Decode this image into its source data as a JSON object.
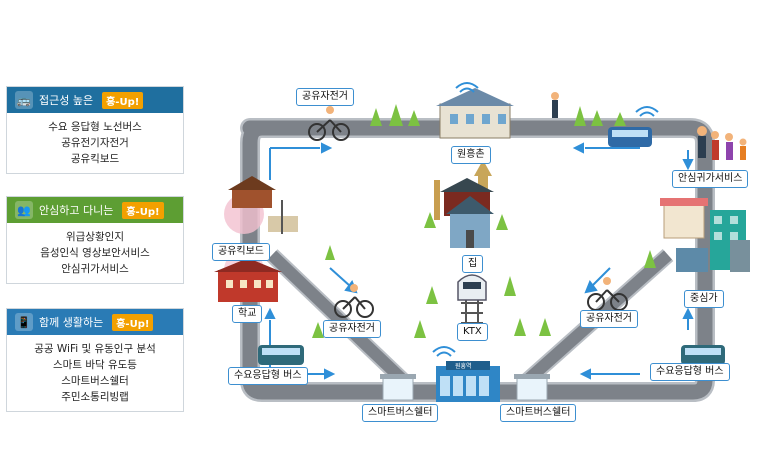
{
  "panels": [
    {
      "title": "접근성 높은",
      "badge": "홍-Up!",
      "color": "#1f6f9f",
      "items": [
        "수요 응답형 노선버스",
        "공유전기자전거",
        "공유킥보드"
      ]
    },
    {
      "title": "안심하고 다니는",
      "badge": "홍-Up!",
      "color": "#5d9e33",
      "items": [
        "위급상황인지",
        "음성인식 영상보안서비스",
        "안심귀가서비스"
      ]
    },
    {
      "title": "함께 생활하는",
      "badge": "홍-Up!",
      "color": "#2a7bb5",
      "items": [
        "공공 WiFi 및 유동인구 분석",
        "스마트 바닥 유도등",
        "스마트버스쉘터",
        "주민소통리빙랩"
      ]
    }
  ],
  "map_labels": {
    "bike_top": "공유자전거",
    "wonheungchon": "원흥촌",
    "safe_return": "안심귀가서비스",
    "kickboard": "공유킥보드",
    "home": "집",
    "school": "학교",
    "bike_left": "공유자전거",
    "bike_right": "공유자전거",
    "ktx": "KTX",
    "center": "중심가",
    "drt_left": "수요응답형 버스",
    "drt_right": "수요응답형 버스",
    "shelter_left": "스마트버스쉘터",
    "shelter_right": "스마트버스쉘터",
    "station_sign": "원흥역"
  },
  "colors": {
    "road": "#7d8289",
    "road_edge": "#b9bec4",
    "arrow": "#2f8fd8",
    "tree": "#7cc242"
  }
}
